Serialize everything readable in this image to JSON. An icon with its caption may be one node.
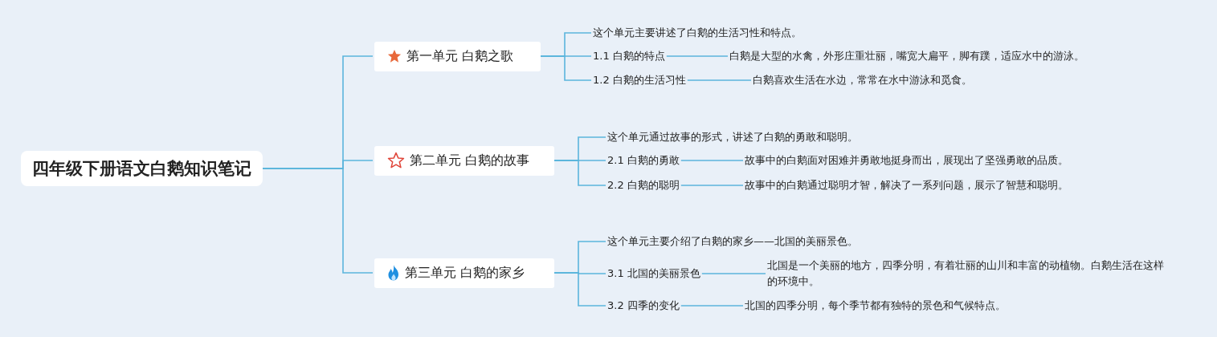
{
  "diagram": {
    "nodes": [
      {
        "text": [
          "四年级下册语文白鹅知识笔记"
        ]
      },
      {
        "text": [
          "第一单元 白鹅之歌"
        ]
      },
      {
        "text": [
          "这个单元主要讲述了白鹅的生活习性和特点。"
        ]
      },
      {
        "text": [
          "1.1 白鹅的特点"
        ]
      },
      {
        "text": [
          "白鹅是大型的水禽，外形庄重壮丽，嘴宽大扁平，脚有蹼，适应水中的游泳。"
        ]
      },
      {
        "text": [
          "1.2 白鹅的生活习性"
        ]
      },
      {
        "text": [
          "白鹅喜欢生活在水边，常常在水中游泳和觅食。"
        ]
      },
      {
        "text": [
          "第二单元 白鹅的故事"
        ]
      },
      {
        "text": [
          "这个单元通过故事的形式，讲述了白鹅的勇敢和聪明。"
        ]
      },
      {
        "text": [
          "2.1 白鹅的勇敢"
        ]
      },
      {
        "text": [
          "故事中的白鹅面对困难并勇敢地挺身而出，展现出了坚强勇敢的品质。"
        ]
      },
      {
        "text": [
          "2.2 白鹅的聪明"
        ]
      },
      {
        "text": [
          "故事中的白鹅通过聪明才智，解决了一系列问题，展示了智慧和聪明。"
        ]
      },
      {
        "text": [
          "第三单元 白鹅的家乡"
        ]
      },
      {
        "text": [
          "这个单元主要介绍了白鹅的家乡——北国的美丽景色。"
        ]
      },
      {
        "text": [
          "3.1 北国的美丽景色"
        ]
      },
      {
        "text": [
          "北国是一个美丽的地方，四季分明，有着壮丽的山川和丰富的动植物。白鹅生活在这样的环境中。"
        ]
      },
      {
        "text": [
          "3.2 四季的变化"
        ]
      },
      {
        "text": [
          "北国的四季分明，每个季节都有独特的景色和气候特点。"
        ]
      }
    ],
    "edges": [
      {
        "from": 0,
        "to": 1,
        "arrow": "none"
      },
      {
        "from": 0,
        "to": 7,
        "arrow": "none"
      },
      {
        "from": 0,
        "to": 13,
        "arrow": "none"
      },
      {
        "from": 1,
        "to": 2,
        "arrow": "none"
      },
      {
        "from": 1,
        "to": 3,
        "arrow": "none"
      },
      {
        "from": 1,
        "to": 5,
        "arrow": "none"
      },
      {
        "from": 3,
        "to": 4,
        "arrow": "none"
      },
      {
        "from": 5,
        "to": 6,
        "arrow": "none"
      },
      {
        "from": 7,
        "to": 8,
        "arrow": "none"
      },
      {
        "from": 7,
        "to": 9,
        "arrow": "none"
      },
      {
        "from": 7,
        "to": 11,
        "arrow": "none"
      },
      {
        "from": 9,
        "to": 10,
        "arrow": "none"
      },
      {
        "from": 11,
        "to": 12,
        "arrow": "none"
      },
      {
        "from": 13,
        "to": 14,
        "arrow": "none"
      },
      {
        "from": 13,
        "to": 15,
        "arrow": "none"
      },
      {
        "from": 13,
        "to": 17,
        "arrow": "none"
      },
      {
        "from": 15,
        "to": 16,
        "arrow": "none"
      },
      {
        "from": 17,
        "to": 18,
        "arrow": "none"
      }
    ]
  }
}
